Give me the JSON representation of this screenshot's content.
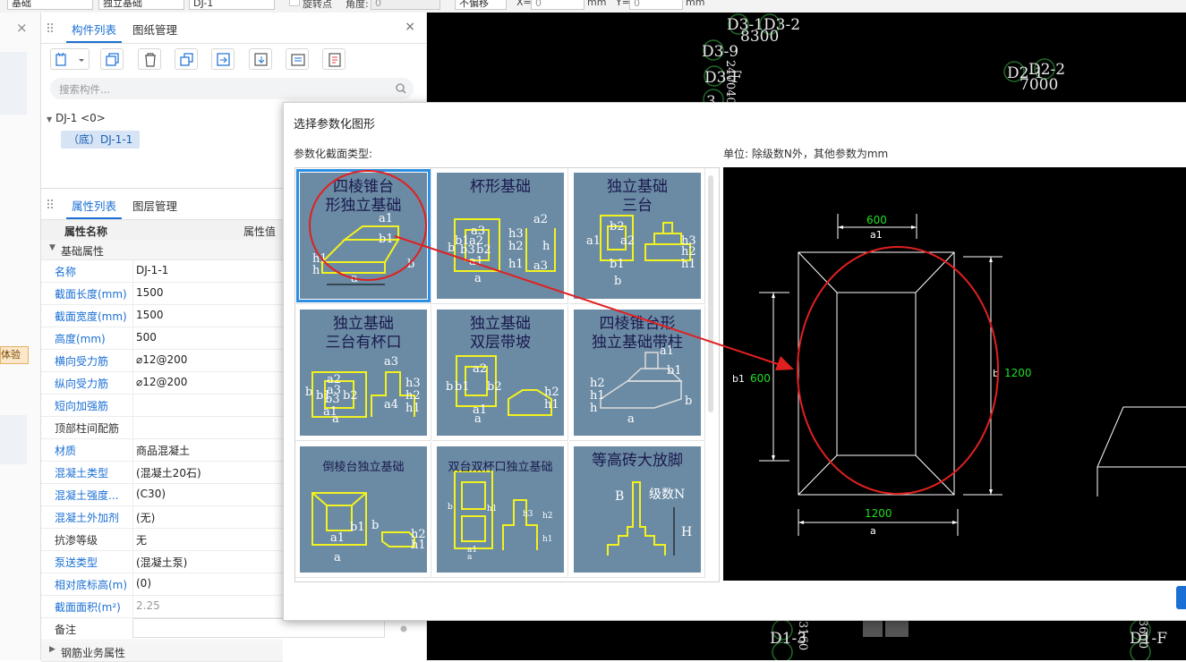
{
  "toolbar": {
    "combo1": "基础",
    "combo2": "独立基础",
    "combo3": "DJ-1",
    "rotate_label": "旋转点",
    "angle_label": "角度:",
    "angle_value": "0",
    "offset_combo": "不偏移",
    "x_label": "X=",
    "x_value": "0",
    "y_label": "Y=",
    "y_value": "0",
    "unit_mm": "mm"
  },
  "left_strip": {
    "tag": "体验"
  },
  "component_panel": {
    "tabs": [
      {
        "label": "构件列表",
        "active": true
      },
      {
        "label": "图纸管理",
        "active": false
      }
    ],
    "search_placeholder": "搜索构件...",
    "tree": {
      "root": "DJ-1 <0>",
      "child": "（底）DJ-1-1"
    }
  },
  "property_panel": {
    "tabs": [
      {
        "label": "属性列表",
        "active": true
      },
      {
        "label": "图层管理",
        "active": false
      }
    ],
    "col_name": "属性名称",
    "col_value": "属性值",
    "group_basic": "基础属性",
    "group_rebar": "钢筋业务属性",
    "rows": [
      {
        "name": "名称",
        "value": "DJ-1-1",
        "blue": true
      },
      {
        "name": "截面长度(mm)",
        "value": "1500",
        "blue": true
      },
      {
        "name": "截面宽度(mm)",
        "value": "1500",
        "blue": true
      },
      {
        "name": "高度(mm)",
        "value": "500",
        "blue": true
      },
      {
        "name": "横向受力筋",
        "value": "⌀12@200",
        "blue": true
      },
      {
        "name": "纵向受力筋",
        "value": "⌀12@200",
        "blue": true
      },
      {
        "name": "短向加强筋",
        "value": "",
        "blue": true
      },
      {
        "name": "顶部柱间配筋",
        "value": "",
        "blue": false
      },
      {
        "name": "材质",
        "value": "商品混凝土",
        "blue": true
      },
      {
        "name": "混凝土类型",
        "value": "(混凝土20石)",
        "blue": true
      },
      {
        "name": "混凝土强度...",
        "value": "(C30)",
        "blue": true
      },
      {
        "name": "混凝土外加剂",
        "value": "(无)",
        "blue": true
      },
      {
        "name": "抗渗等级",
        "value": "无",
        "blue": false
      },
      {
        "name": "泵送类型",
        "value": "(混凝土泵)",
        "blue": true
      },
      {
        "name": "相对底标高(m)",
        "value": "(0)",
        "blue": true
      },
      {
        "name": "截面面积(m²)",
        "value": "2.25",
        "blue": true,
        "grey": true
      },
      {
        "name": "备注",
        "value": "",
        "blue": false
      }
    ]
  },
  "cad_labels": {
    "a1": "D3-1D3-2",
    "a2": "8300",
    "a3": "D3-9",
    "a4": "D3-F",
    "a5": "D2-1",
    "a6": "D2-2",
    "a7": "7000",
    "a8": "D1-3",
    "a9": "D1-F",
    "a10": "3",
    "vertical_a": "240040",
    "vertical_b": "3160",
    "vertical_c": "3600"
  },
  "dialog": {
    "title": "选择参数化图形",
    "type_label": "参数化截面类型:",
    "unit_label": "单位:   除级数N外，其他参数为mm",
    "thumbnails": [
      {
        "title": "四棱锥台\n形独立基础",
        "size": "big",
        "selected": true
      },
      {
        "title": "杯形基础",
        "size": "big",
        "selected": false
      },
      {
        "title": "独立基础\n三台",
        "size": "big",
        "selected": false
      },
      {
        "title": "独立基础\n三台有杯口",
        "size": "big",
        "selected": false
      },
      {
        "title": "独立基础\n双层带坡",
        "size": "big",
        "selected": false
      },
      {
        "title": "四棱锥台形\n独立基础带柱",
        "size": "big",
        "selected": false
      },
      {
        "title": "倒棱台独立基础",
        "size": "small",
        "selected": false
      },
      {
        "title": "双台双杯口独立基础",
        "size": "small",
        "selected": false
      },
      {
        "title": "等高砖大放脚",
        "size": "big",
        "selected": false
      }
    ],
    "thumb_labels": {
      "a": "a",
      "a1": "a1",
      "a2": "a2",
      "a3": "a3",
      "a4": "a4",
      "b": "b",
      "b1": "b1",
      "b2": "b2",
      "b3": "b3",
      "h": "h",
      "h1": "h1",
      "h2": "h2",
      "h3": "h3",
      "B": "B",
      "H": "H",
      "N": "级数N"
    },
    "preview": {
      "top_dim": "600",
      "top_label": "a1",
      "left_dim": "600",
      "left_label": "b1",
      "right_dim": "1200",
      "right_label": "b",
      "bottom_dim": "1200",
      "bottom_label": "a"
    }
  },
  "colors": {
    "accent": "#1a6fd4",
    "thumb_bg": "#6b8ba4",
    "thumb_line": "#f2f21e",
    "annotation": "#e02020",
    "dim_green": "#22dd22"
  }
}
